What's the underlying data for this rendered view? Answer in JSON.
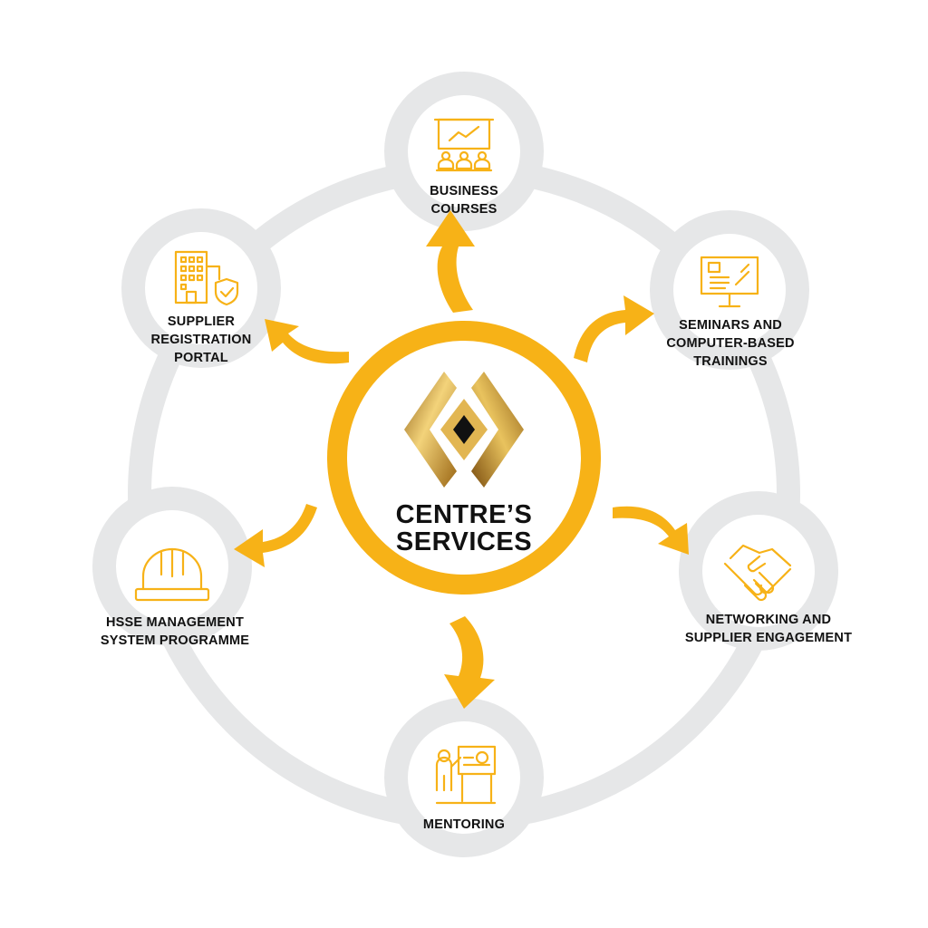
{
  "center": {
    "title_line1": "CENTRE’S",
    "title_line2": "SERVICES"
  },
  "nodes": [
    {
      "id": "business-courses",
      "icon": "presentation-audience-icon",
      "lines": [
        "BUSINESS",
        "COURSES"
      ]
    },
    {
      "id": "seminars",
      "icon": "computer-training-icon",
      "lines": [
        "SEMINARS AND",
        "COMPUTER-BASED",
        "TRAININGS"
      ]
    },
    {
      "id": "networking",
      "icon": "handshake-icon",
      "lines": [
        "NETWORKING AND",
        "SUPPLIER ENGAGEMENT"
      ]
    },
    {
      "id": "mentoring",
      "icon": "mentor-presenting-icon",
      "lines": [
        "MENTORING"
      ]
    },
    {
      "id": "hsse",
      "icon": "hard-hat-icon",
      "lines": [
        "HSSE MANAGEMENT",
        "SYSTEM PROGRAMME"
      ]
    },
    {
      "id": "supplier-registration",
      "icon": "building-shield-icon",
      "lines": [
        "SUPPLIER",
        "REGISTRATION",
        "PORTAL"
      ]
    }
  ],
  "colors": {
    "accent": "#F7B217",
    "ring": "#E6E7E8",
    "text": "#111111"
  }
}
